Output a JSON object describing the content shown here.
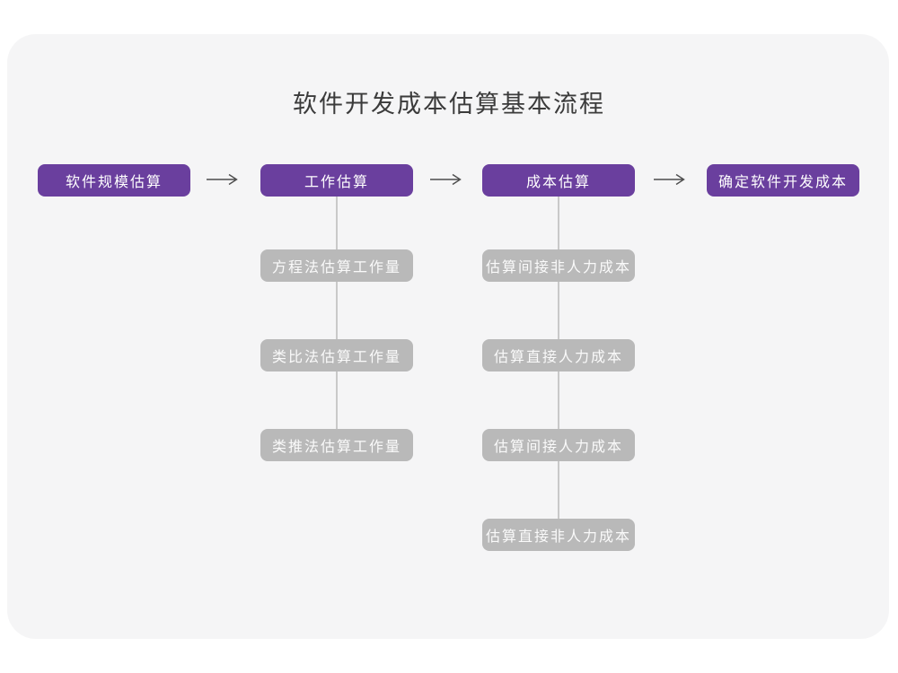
{
  "page": {
    "title": "软件开发成本估算基本流程"
  },
  "colors": {
    "card_background": "#F5F5F6",
    "primary_node": "#6A3F9E",
    "secondary_node": "#B9B9B9",
    "arrow": "#4D4D4D",
    "connector_line": "#C9C9C9",
    "title_text": "#3B3B3B"
  },
  "flow": {
    "main_steps": [
      "软件规模估算",
      "工作估算",
      "成本估算",
      "确定软件开发成本"
    ],
    "work_estimation_methods": [
      "方程法估算工作量",
      "类比法估算工作量",
      "类推法估算工作量"
    ],
    "cost_estimation_steps": [
      "估算间接非人力成本",
      "估算直接人力成本",
      "估算间接人力成本",
      "估算直接非人力成本"
    ]
  }
}
